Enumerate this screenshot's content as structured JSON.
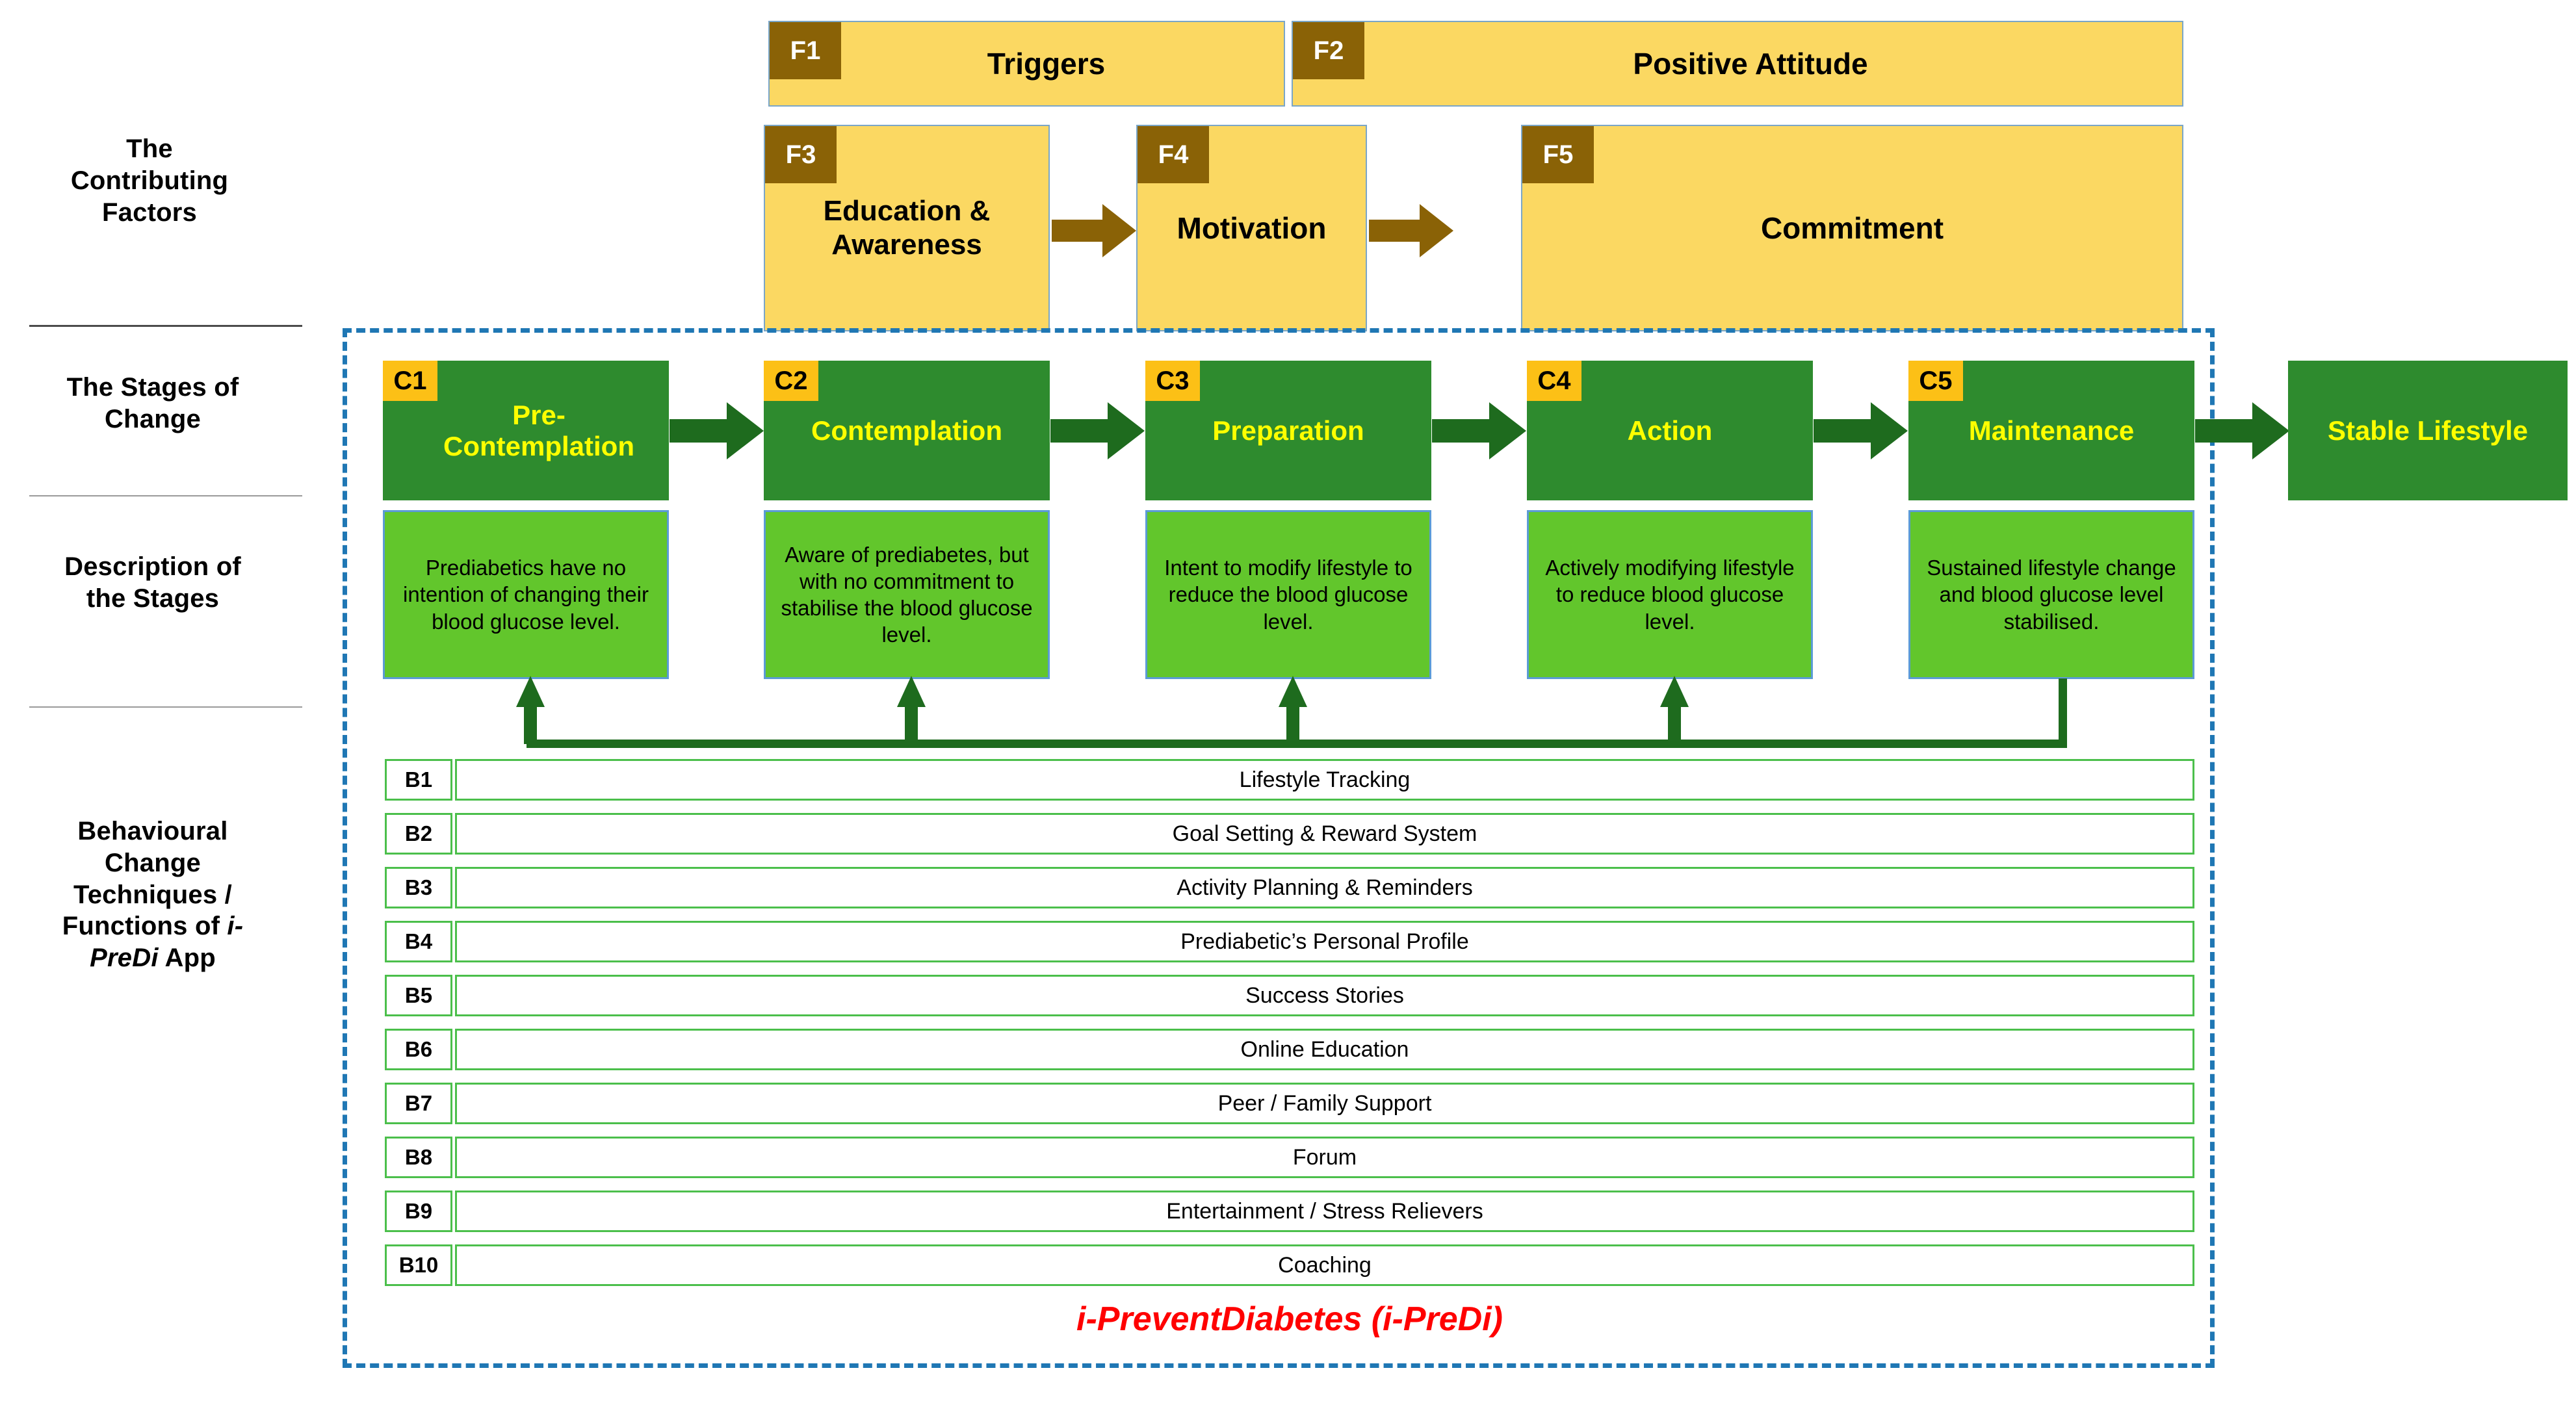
{
  "colors": {
    "factor_fill": "#fbd862",
    "factor_tag": "#8a6206",
    "factor_border": "#7aa6c8",
    "stage_fill": "#2e8b2e",
    "stage_tag": "#fcc016",
    "stage_text": "#ffff00",
    "description_fill": "#62c62c",
    "description_border": "#5b9bd5",
    "technique_border": "#4bbf4b",
    "dashed_container": "#1f77b4",
    "app_name_color": "#ff0000",
    "factor_arrow": "#8a6206",
    "stage_arrow": "#1e6b1e"
  },
  "row_labels": [
    {
      "id": "contributing-factors",
      "text": "The\nContributing\nFactors"
    },
    {
      "id": "stages-of-change",
      "text": "The Stages of\nChange"
    },
    {
      "id": "description-of-stages",
      "text": "Description of\nthe Stages"
    },
    {
      "id": "behavioural-change-techniques",
      "line1": "Behavioural",
      "line2": "Change",
      "line3": "Techniques /",
      "line4_pre": "Functions of ",
      "line4_em": "i-",
      "line5_em": "PreDi",
      "line5_post": " App"
    }
  ],
  "factors": {
    "top_row": [
      {
        "tag": "F1",
        "label": "Triggers"
      },
      {
        "tag": "F2",
        "label": "Positive Attitude"
      }
    ],
    "bottom_row": [
      {
        "tag": "F3",
        "label": "Education &\nAwareness"
      },
      {
        "tag": "F4",
        "label": "Motivation"
      },
      {
        "tag": "F5",
        "label": "Commitment"
      }
    ]
  },
  "stages": [
    {
      "tag": "C1",
      "label": "Pre-\nContemplation",
      "description": "Prediabetics have no intention of changing their blood glucose level."
    },
    {
      "tag": "C2",
      "label": "Contemplation",
      "description": "Aware of prediabetes, but with no commitment to stabilise the blood glucose level."
    },
    {
      "tag": "C3",
      "label": "Preparation",
      "description": "Intent to modify lifestyle to reduce the blood glucose level."
    },
    {
      "tag": "C4",
      "label": "Action",
      "description": "Actively modifying lifestyle to reduce blood glucose level."
    },
    {
      "tag": "C5",
      "label": "Maintenance",
      "description": "Sustained lifestyle change and blood glucose level stabilised."
    }
  ],
  "outcome": {
    "label": "Stable Lifestyle"
  },
  "techniques": [
    {
      "tag": "B1",
      "label": "Lifestyle Tracking"
    },
    {
      "tag": "B2",
      "label": "Goal Setting & Reward System"
    },
    {
      "tag": "B3",
      "label": "Activity Planning & Reminders"
    },
    {
      "tag": "B4",
      "label": "Prediabetic’s Personal Profile"
    },
    {
      "tag": "B5",
      "label": "Success Stories"
    },
    {
      "tag": "B6",
      "label": "Online Education"
    },
    {
      "tag": "B7",
      "label": "Peer / Family Support"
    },
    {
      "tag": "B8",
      "label": "Forum"
    },
    {
      "tag": "B9",
      "label": "Entertainment / Stress Relievers"
    },
    {
      "tag": "B10",
      "label": "Coaching"
    }
  ],
  "app_name": "i-PreventDiabetes (i-PreDi)"
}
